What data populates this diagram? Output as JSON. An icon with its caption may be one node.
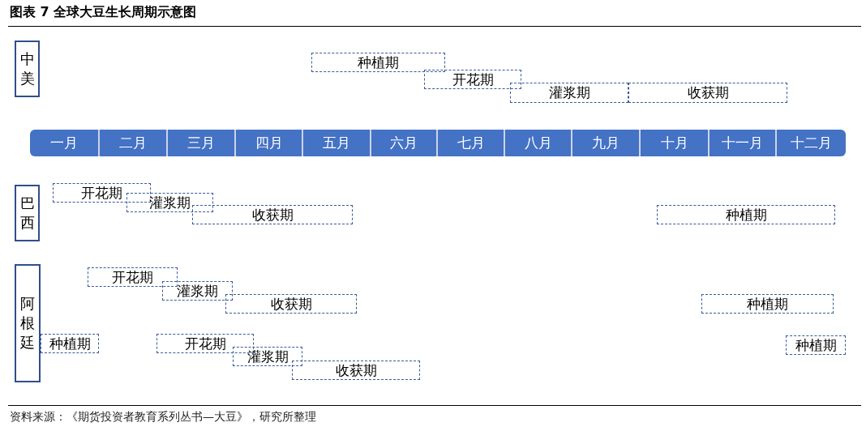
{
  "diagram": {
    "title": "图表 7 全球大豆生长周期示意图",
    "caption": "资料来源：《期货投资者教育系列丛书—大豆》，研究所整理",
    "nodes": [
      {
        "text": [
          "中美"
        ]
      },
      {
        "text": [
          "种植期"
        ]
      },
      {
        "text": [
          "开花期"
        ]
      },
      {
        "text": [
          "灌浆期"
        ]
      },
      {
        "text": [
          "收获期"
        ]
      },
      {
        "text": [
          "一月"
        ]
      },
      {
        "text": [
          "二月"
        ]
      },
      {
        "text": [
          "三月"
        ]
      },
      {
        "text": [
          "四月"
        ]
      },
      {
        "text": [
          "五月"
        ]
      },
      {
        "text": [
          "六月"
        ]
      },
      {
        "text": [
          "七月"
        ]
      },
      {
        "text": [
          "八月"
        ]
      },
      {
        "text": [
          "九月"
        ]
      },
      {
        "text": [
          "十月"
        ]
      },
      {
        "text": [
          "十一月"
        ]
      },
      {
        "text": [
          "十二月"
        ]
      },
      {
        "text": [
          "巴西"
        ]
      },
      {
        "text": [
          "开花期"
        ]
      },
      {
        "text": [
          "灌浆期"
        ]
      },
      {
        "text": [
          "收获期"
        ]
      },
      {
        "text": [
          "种植期"
        ]
      },
      {
        "text": [
          "阿根廷"
        ]
      },
      {
        "text": [
          "开花期"
        ]
      },
      {
        "text": [
          "灌浆期"
        ]
      },
      {
        "text": [
          "收获期"
        ]
      },
      {
        "text": [
          "种植期"
        ]
      },
      {
        "text": [
          "种植期"
        ]
      },
      {
        "text": [
          "开花期"
        ]
      },
      {
        "text": [
          "灌浆期"
        ]
      },
      {
        "text": [
          "收获期"
        ]
      },
      {
        "text": [
          "种植期"
        ]
      }
    ]
  }
}
